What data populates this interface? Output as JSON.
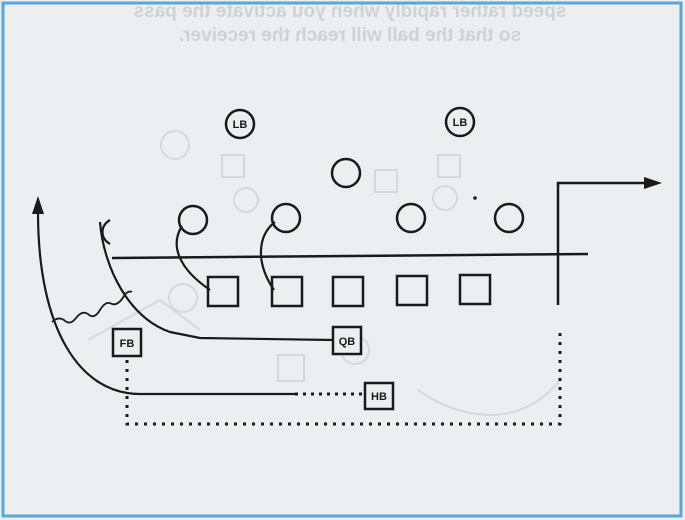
{
  "colors": {
    "page": "#eceef0",
    "border": "#5aa6dc",
    "ink": "#1a1a1a",
    "bleed": "#b8bec6"
  },
  "show_through": {
    "line1": "speed rather rapidly when you activate the pass",
    "line2": "so that the ball will reach the receiver."
  },
  "players": {
    "lb_left": "LB",
    "lb_right": "LB",
    "fullback": "FB",
    "quarterback": "QB",
    "halfback": "HB"
  }
}
